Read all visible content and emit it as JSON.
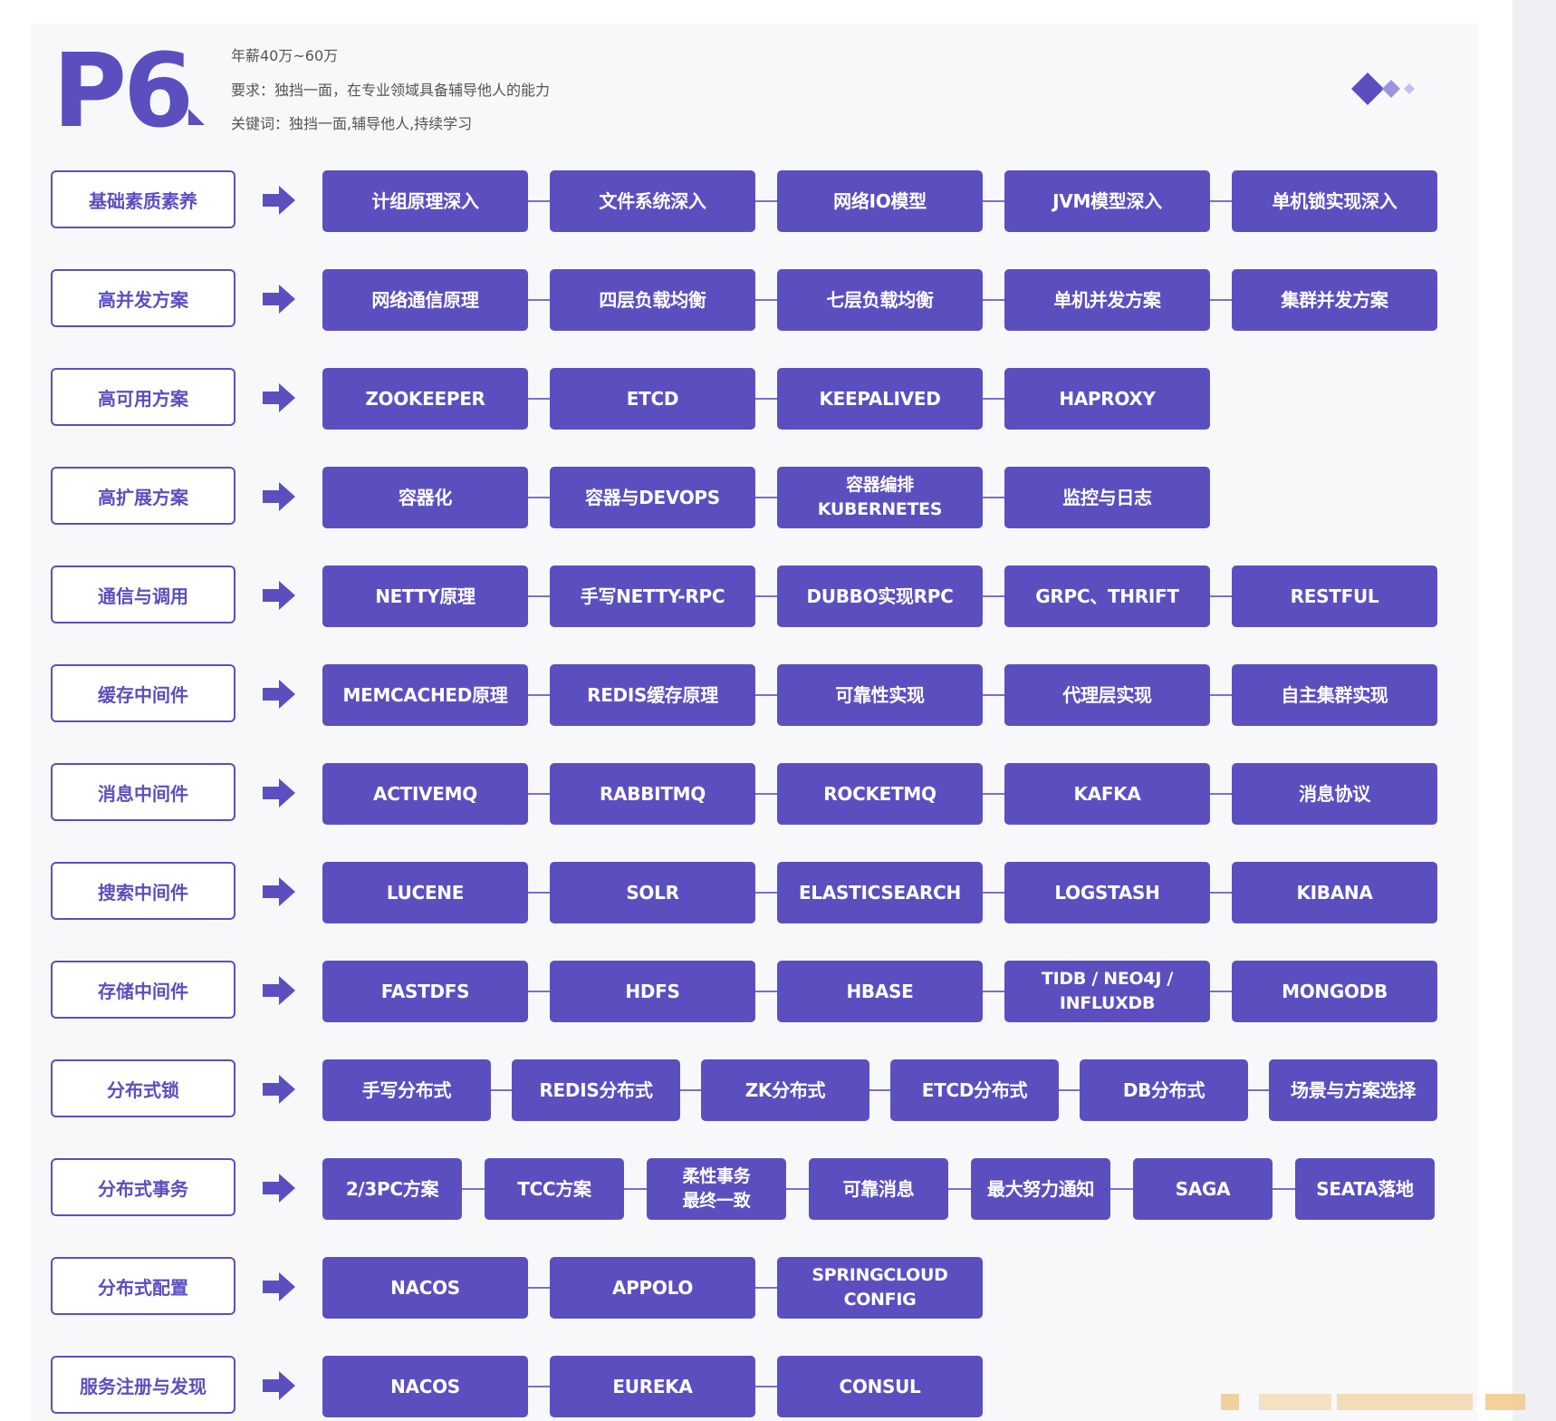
{
  "header": {
    "level": "P6",
    "salary": "年薪40万~60万",
    "requirement": "要求：独挡一面，在专业领域具备辅导他人的能力",
    "keywords": "关键词：独挡一面,辅导他人,持续学习"
  },
  "colors": {
    "primary": "#5b4fc0",
    "card_bg": "#f8f8fb"
  },
  "rows": [
    {
      "category": "基础素质素养",
      "items": [
        "计组原理深入",
        "文件系统深入",
        "网络IO模型",
        "JVM模型深入",
        "单机锁实现深入"
      ]
    },
    {
      "category": "高并发方案",
      "items": [
        "网络通信原理",
        "四层负载均衡",
        "七层负载均衡",
        "单机并发方案",
        "集群并发方案"
      ]
    },
    {
      "category": "高可用方案",
      "items": [
        "ZOOKEEPER",
        "ETCD",
        "KEEPALIVED",
        "HAPROXY"
      ]
    },
    {
      "category": "高扩展方案",
      "items": [
        "容器化",
        "容器与DEVOPS",
        "容器编排\nKUBERNETES",
        "监控与日志"
      ]
    },
    {
      "category": "通信与调用",
      "items": [
        "NETTY原理",
        "手写NETTY-RPC",
        "DUBBO实现RPC",
        "GRPC、THRIFT",
        "RESTFUL"
      ]
    },
    {
      "category": "缓存中间件",
      "items": [
        "MEMCACHED原理",
        "REDIS缓存原理",
        "可靠性实现",
        "代理层实现",
        "自主集群实现"
      ]
    },
    {
      "category": "消息中间件",
      "items": [
        "ACTIVEMQ",
        "RABBITMQ",
        "ROCKETMQ",
        "KAFKA",
        "消息协议"
      ]
    },
    {
      "category": "搜索中间件",
      "items": [
        "LUCENE",
        "SOLR",
        "ELASTICSEARCH",
        "LOGSTASH",
        "KIBANA"
      ]
    },
    {
      "category": "存储中间件",
      "items": [
        "FASTDFS",
        "HDFS",
        "HBASE",
        "TIDB / NEO4J /\nINFLUXDB",
        "MONGODB"
      ]
    },
    {
      "category": "分布式锁",
      "items": [
        "手写分布式",
        "REDIS分布式",
        "ZK分布式",
        "ETCD分布式",
        "DB分布式",
        "场景与方案选择"
      ]
    },
    {
      "category": "分布式事务",
      "items": [
        "2/3PC方案",
        "TCC方案",
        "柔性事务\n最终一致",
        "可靠消息",
        "最大努力通知",
        "SAGA",
        "SEATA落地"
      ]
    },
    {
      "category": "分布式配置",
      "items": [
        "NACOS",
        "APPOLO",
        "SPRINGCLOUD\nCONFIG"
      ]
    },
    {
      "category": "服务注册与发现",
      "items": [
        "NACOS",
        "EUREKA",
        "CONSUL"
      ]
    }
  ]
}
